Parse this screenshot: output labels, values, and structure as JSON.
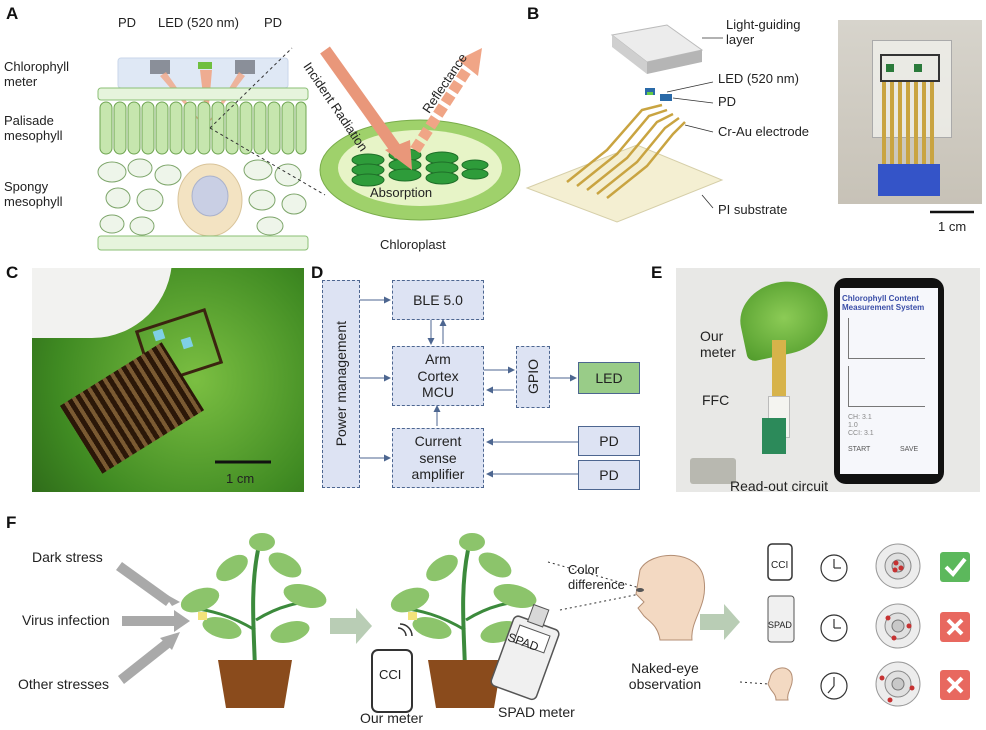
{
  "panels": {
    "a": "A",
    "b": "B",
    "c": "C",
    "d": "D",
    "e": "E",
    "f": "F"
  },
  "panel_a": {
    "pd_left": "PD",
    "led": "LED (520 nm)",
    "pd_right": "PD",
    "chlorophyll_meter": "Chlorophyll meter",
    "palisade": "Palisade mesophyll",
    "spongy": "Spongy mesophyll",
    "incident": "Incident Radiation",
    "reflectance": "Reflectance",
    "absorption": "Absorption",
    "chloroplast": "Chloroplast"
  },
  "panel_b": {
    "light_guiding": "Light-guiding layer",
    "led": "LED (520 nm)",
    "pd": "PD",
    "electrode": "Cr-Au electrode",
    "substrate": "PI substrate",
    "scale": "1 cm"
  },
  "panel_c": {
    "scale": "1 cm"
  },
  "panel_d": {
    "power": "Power management",
    "ble": "BLE 5.0",
    "mcu": "Arm Cortex MCU",
    "gpio": "GPIO",
    "led": "LED",
    "current": "Current sense amplifier",
    "pd1": "PD",
    "pd2": "PD"
  },
  "panel_e": {
    "our_meter": "Our meter",
    "ffc": "FFC",
    "readout": "Read-out circuit",
    "app_title": "Chlorophyll Content Measurement System",
    "start": "START",
    "save": "SAVE",
    "ch": "CH",
    "ch_val": "3.1",
    "v2": "1.0",
    "cci": "CCI",
    "cci_val": "3.1"
  },
  "panel_f": {
    "dark": "Dark stress",
    "virus": "Virus infection",
    "other": "Other stresses",
    "color_diff": "Color difference",
    "naked_eye": "Naked-eye observation",
    "cci_phone": "CCI",
    "our_meter": "Our meter",
    "spad_device": "SPAD",
    "spad_meter": "SPAD meter",
    "cci_small": "CCI",
    "spad_small": "SPAD"
  },
  "colors": {
    "box_fill": "#dde3f3",
    "box_border": "#4d6690",
    "led_fill": "#99cc88",
    "leaf_green": "#8cc46b",
    "pot": "#8a4b1c",
    "check": "#5cb85c",
    "cross": "#e8685f"
  }
}
